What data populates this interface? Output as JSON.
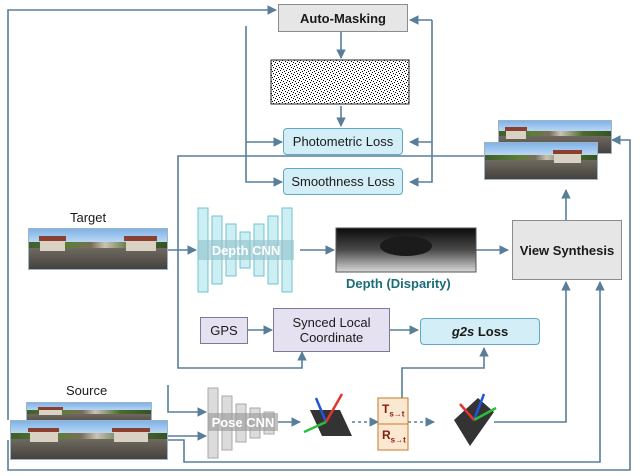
{
  "nodes": {
    "auto_masking": "Auto-Masking",
    "photometric_loss": "Photometric Loss",
    "smoothness_loss": "Smoothness Loss",
    "target": "Target",
    "depth_cnn": "Depth CNN",
    "depth_caption": "Depth (Disparity)",
    "view_synthesis": "View Synthesis",
    "gps": "GPS",
    "synced_line1": "Synced Local",
    "synced_line2": "Coordinate",
    "g2s_italic": "g2s",
    "g2s_rest": " Loss",
    "source": "Source",
    "pose_cnn": "Pose CNN"
  },
  "transforms": {
    "T_base": "T",
    "T_sub": "s→t",
    "R_base": "R",
    "R_sub": "s→t"
  },
  "colors": {
    "arrow": "#587e99",
    "cyan_fill": "#d3eef6",
    "depth_text": "#1b6d78",
    "lavender_fill": "#e6e1f1",
    "orange_fill": "#fbe8d0",
    "axis_red": "#e3342f",
    "axis_green": "#2bbf3c",
    "axis_blue": "#2255d8"
  }
}
